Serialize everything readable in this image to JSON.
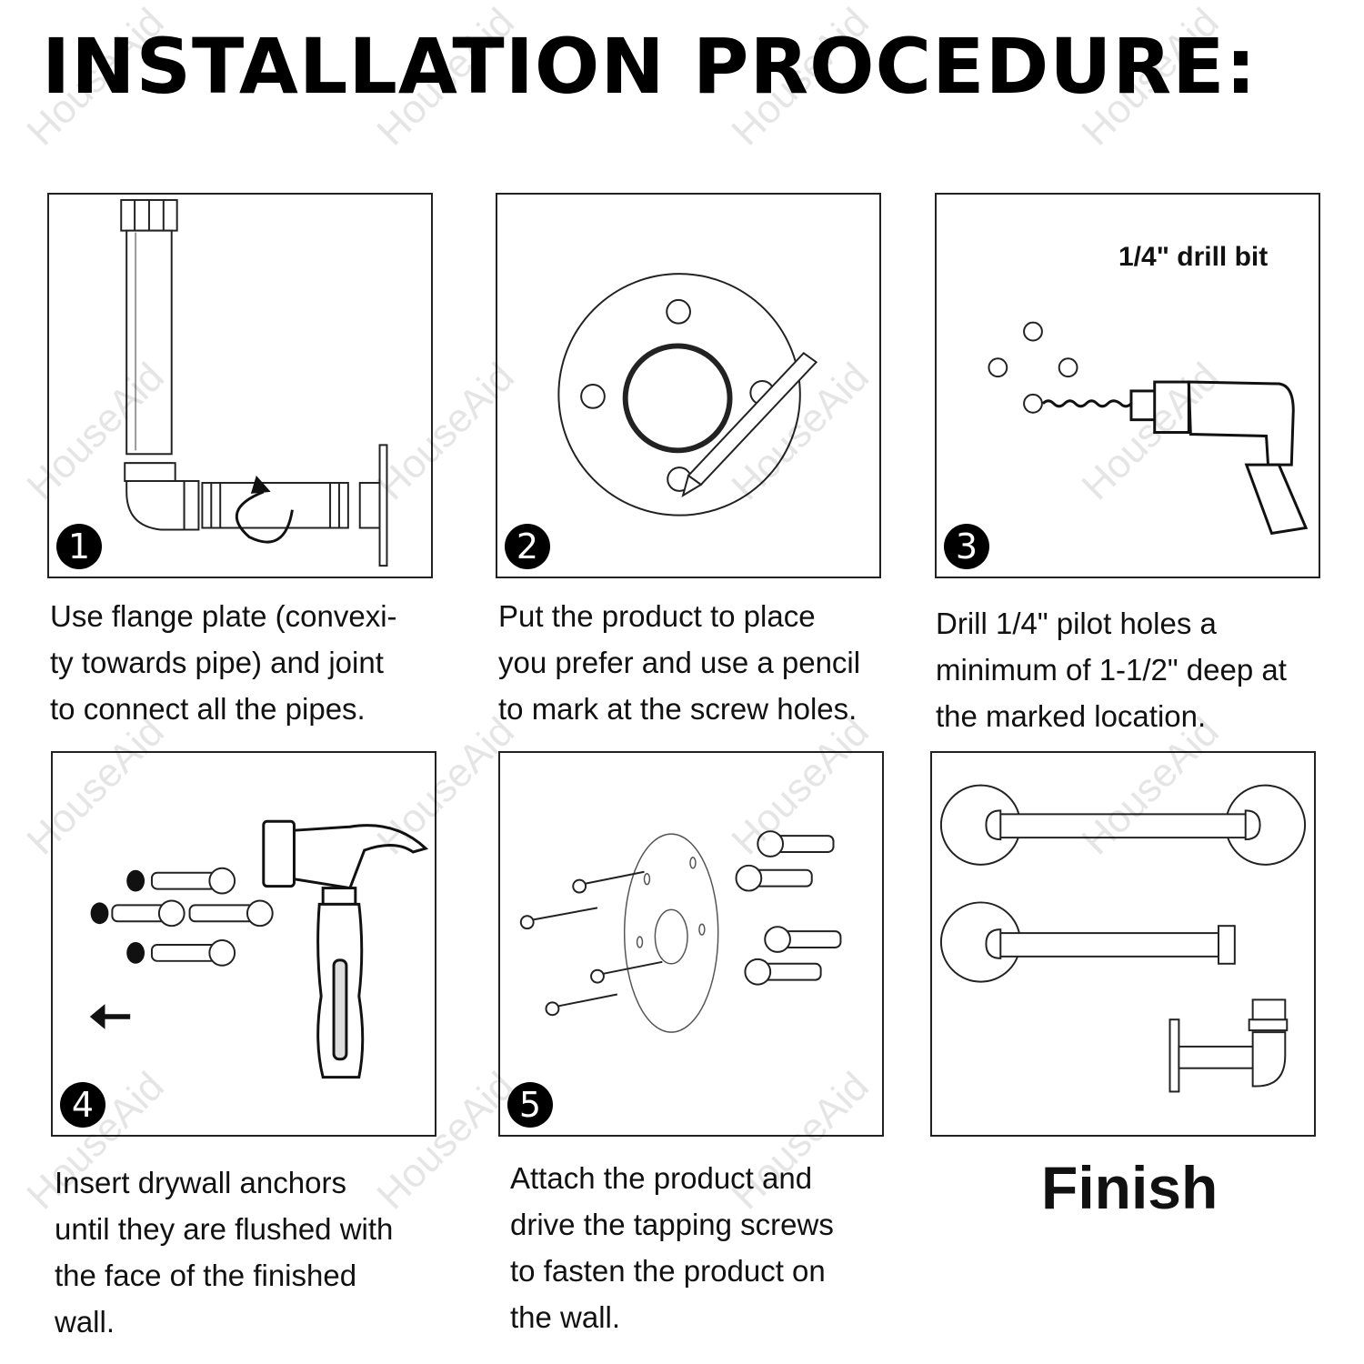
{
  "title": "INSTALLATION PROCEDURE:",
  "watermark": "HouseAid",
  "steps": [
    {
      "number": "1",
      "icon": "pipe-assembly-illustration",
      "caption": "Use flange plate (convexi-\nty towards pipe) and joint\nto connect all the pipes."
    },
    {
      "number": "2",
      "icon": "flange-pencil-illustration",
      "caption": "Put the product to place\nyou prefer and use a pencil\nto mark at the screw holes."
    },
    {
      "number": "3",
      "icon": "drill-illustration",
      "label": "1/4\" drill bit",
      "caption": "Drill 1/4\" pilot holes a\nminimum of 1-1/2\" deep at\nthe marked location."
    },
    {
      "number": "4",
      "icon": "hammer-anchors-illustration",
      "caption": "Insert drywall anchors\nuntil they are flushed with\nthe face of the finished\nwall."
    },
    {
      "number": "5",
      "icon": "screws-flange-illustration",
      "caption": "Attach the product and\ndrive the tapping screws\nto fasten the product on\nthe wall."
    }
  ],
  "finish": {
    "icon": "finished-products-illustration",
    "label": "Finish"
  }
}
